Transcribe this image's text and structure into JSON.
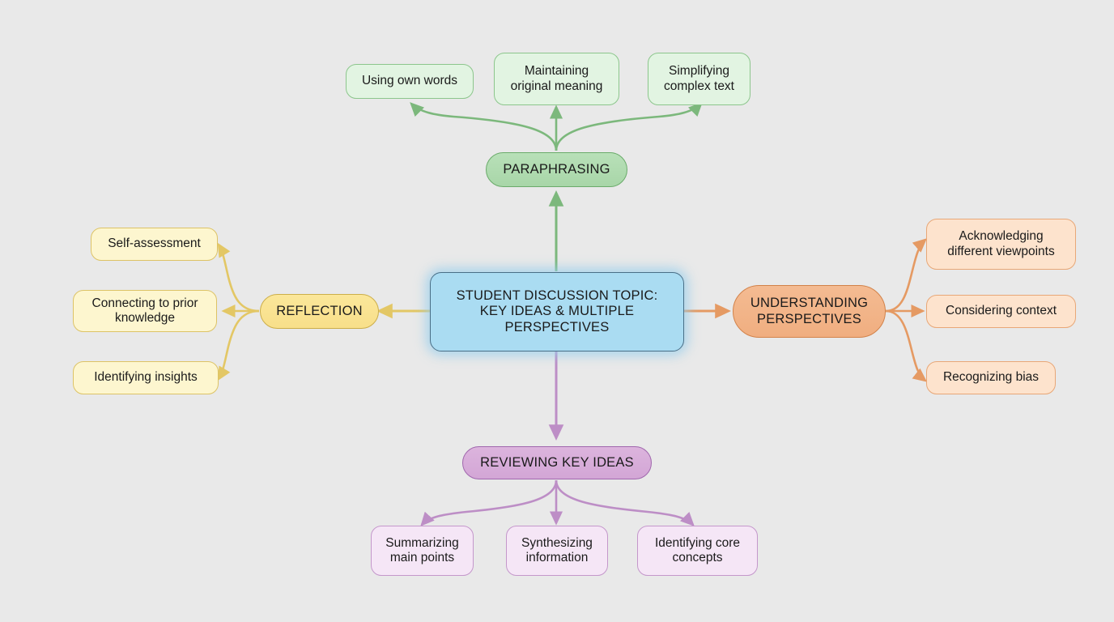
{
  "diagram": {
    "title": "Student discussion topic mind map",
    "background_color": "#e9e9e9",
    "central": {
      "label": "STUDENT DISCUSSION TOPIC:\nKEY IDEAS & MULTIPLE\nPERSPECTIVES",
      "fill": "#aadcf2",
      "stroke": "#4a6f87"
    },
    "branches": [
      {
        "id": "paraphrasing",
        "label": "PARAPHRASING",
        "color": "#6aab6a",
        "fill": "#b0dcb0",
        "direction": "up",
        "children": [
          {
            "label": "Using own words"
          },
          {
            "label": "Maintaining\noriginal meaning"
          },
          {
            "label": "Simplifying\ncomplex text"
          }
        ]
      },
      {
        "id": "reflection",
        "label": "REFLECTION",
        "color": "#ccae4a",
        "fill": "#f9e391",
        "direction": "left",
        "children": [
          {
            "label": "Self-assessment"
          },
          {
            "label": "Connecting to prior\nknowledge"
          },
          {
            "label": "Identifying insights"
          }
        ]
      },
      {
        "id": "understanding-perspectives",
        "label": "UNDERSTANDING\nPERSPECTIVES",
        "color": "#d2824a",
        "fill": "#f2b489",
        "direction": "right",
        "children": [
          {
            "label": "Acknowledging\ndifferent viewpoints"
          },
          {
            "label": "Considering context"
          },
          {
            "label": "Recognizing bias"
          }
        ]
      },
      {
        "id": "reviewing-key-ideas",
        "label": "REVIEWING KEY IDEAS",
        "color": "#a067ad",
        "fill": "#d7add9",
        "direction": "down",
        "children": [
          {
            "label": "Summarizing\nmain points"
          },
          {
            "label": "Synthesizing\ninformation"
          },
          {
            "label": "Identifying core\nconcepts"
          }
        ]
      }
    ]
  }
}
